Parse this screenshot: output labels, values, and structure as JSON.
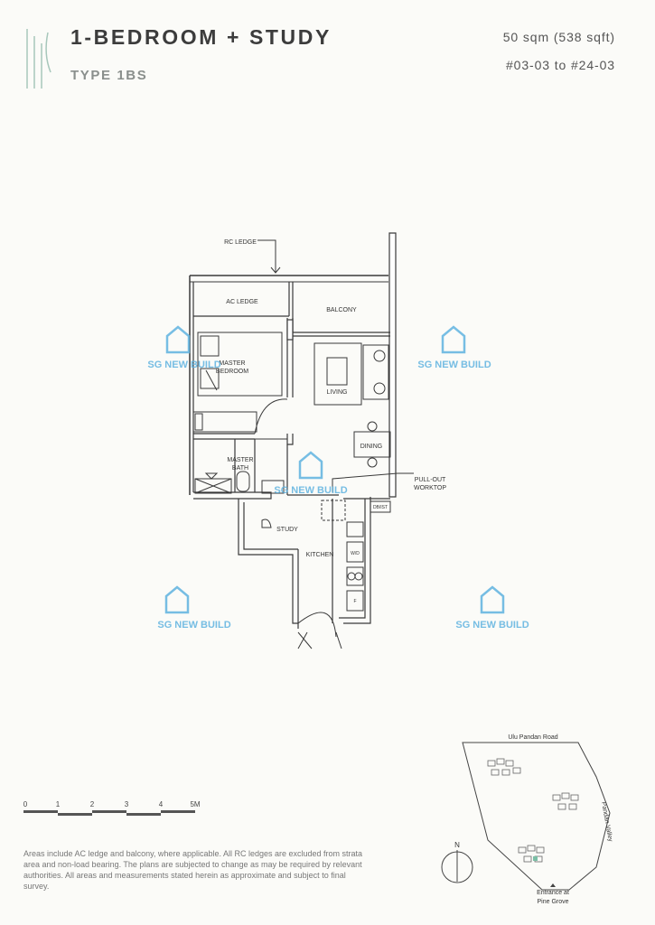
{
  "header": {
    "title": "1-BEDROOM + STUDY",
    "type": "TYPE 1BS",
    "area": "50 sqm (538 sqft)",
    "units": "#03-03 to #24-03"
  },
  "floorplan": {
    "rooms": {
      "rc_ledge": "RC LEDGE",
      "ac_ledge": "AC LEDGE",
      "balcony": "BALCONY",
      "master_bedroom_1": "MASTER",
      "master_bedroom_2": "BEDROOM",
      "living": "LIVING",
      "dining": "DINING",
      "master_bath_1": "MASTER",
      "master_bath_2": "BATH",
      "pullout_1": "PULL-OUT",
      "pullout_2": "WORKTOP",
      "dbist": "DB/IST",
      "study": "STUDY",
      "kitchen": "KITCHEN",
      "wd": "W/D",
      "fridge": "F"
    }
  },
  "watermark": "SG NEW BUILD",
  "scale_bar": {
    "labels": [
      "0",
      "1",
      "2",
      "3",
      "4",
      "5M"
    ]
  },
  "site_plan": {
    "road_top": "Ulu Pandan Road",
    "road_right": "Pandan Valley",
    "entrance_1": "Entrance at",
    "entrance_2": "Pine Grove",
    "north": "N"
  },
  "footnote": "Areas include AC ledge and balcony, where applicable. All RC ledges are excluded from strata area and non-load bearing. The plans are subjected to change as may be required by relevant authorities. All areas and measurements stated herein as approximate and subject to final survey.",
  "colors": {
    "accent": "#8fb8a8",
    "watermark": "#5fb3e0",
    "wall": "#3a3a3a"
  }
}
